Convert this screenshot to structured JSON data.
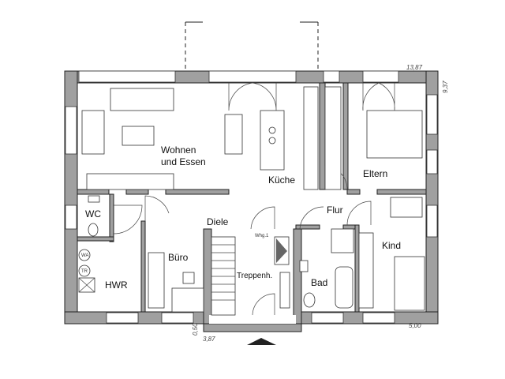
{
  "plan": {
    "rooms": {
      "wohnen_line1": "Wohnen",
      "wohnen_line2": "und  Essen",
      "kueche": "Küche",
      "eltern": "Eltern",
      "wc": "WC",
      "diele": "Diele",
      "flur": "Flur",
      "kind": "Kind",
      "buero": "Büro",
      "hwr": "HWR",
      "treppenhaus": "Treppenh.",
      "bad": "Bad"
    },
    "labels": {
      "wohnung": "Whg.1",
      "waschmaschine": "WA",
      "trockner": "TR"
    },
    "dimensions": {
      "top_width": "13,87",
      "right_depth": "9,37",
      "right_bottom": "5,00",
      "stair_offset": "0,50",
      "stair_width": "3,87"
    },
    "colors": {
      "wall": "#a0a0a0",
      "line": "#222222"
    }
  }
}
